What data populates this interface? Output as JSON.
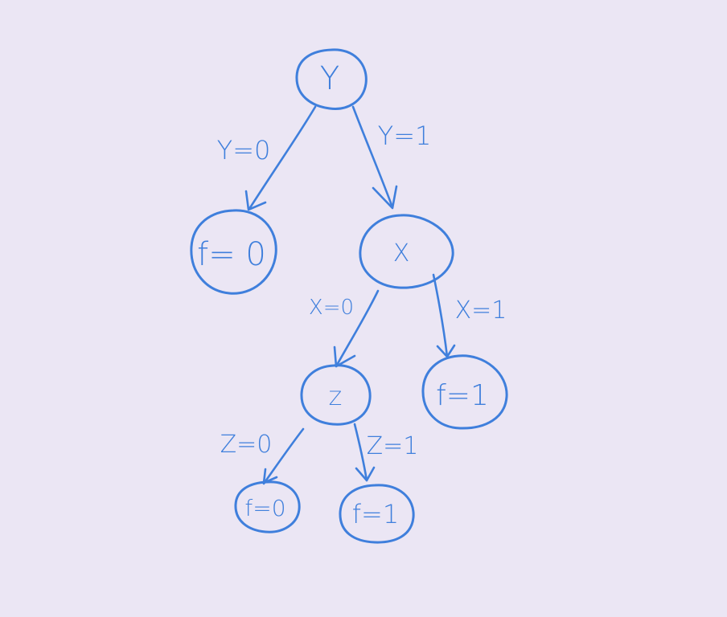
{
  "colors": {
    "background": "#ebe6f4",
    "ink": "#3f7fdc"
  },
  "nodes": {
    "root": "Y",
    "y0_leaf": "f= 0",
    "x_node": "X",
    "z_node": "Z",
    "x1_leaf": "f=1",
    "z0_leaf": "f=0",
    "z1_leaf": "f=1"
  },
  "edges": {
    "y0": "Y=0",
    "y1": "Y=1",
    "x0": "X=0",
    "x1": "X=1",
    "z0": "Z=0",
    "z1": "Z=1"
  }
}
